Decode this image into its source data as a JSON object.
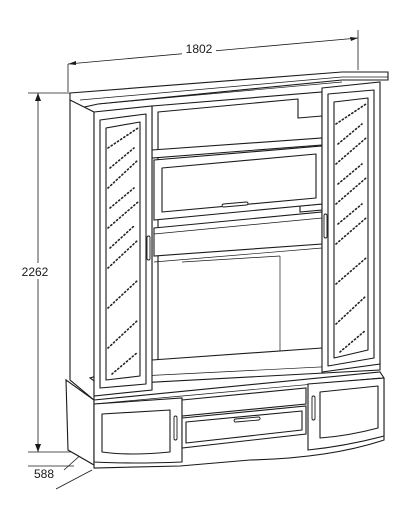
{
  "dimensions": {
    "width": "1802",
    "height": "2262",
    "depth": "588"
  }
}
